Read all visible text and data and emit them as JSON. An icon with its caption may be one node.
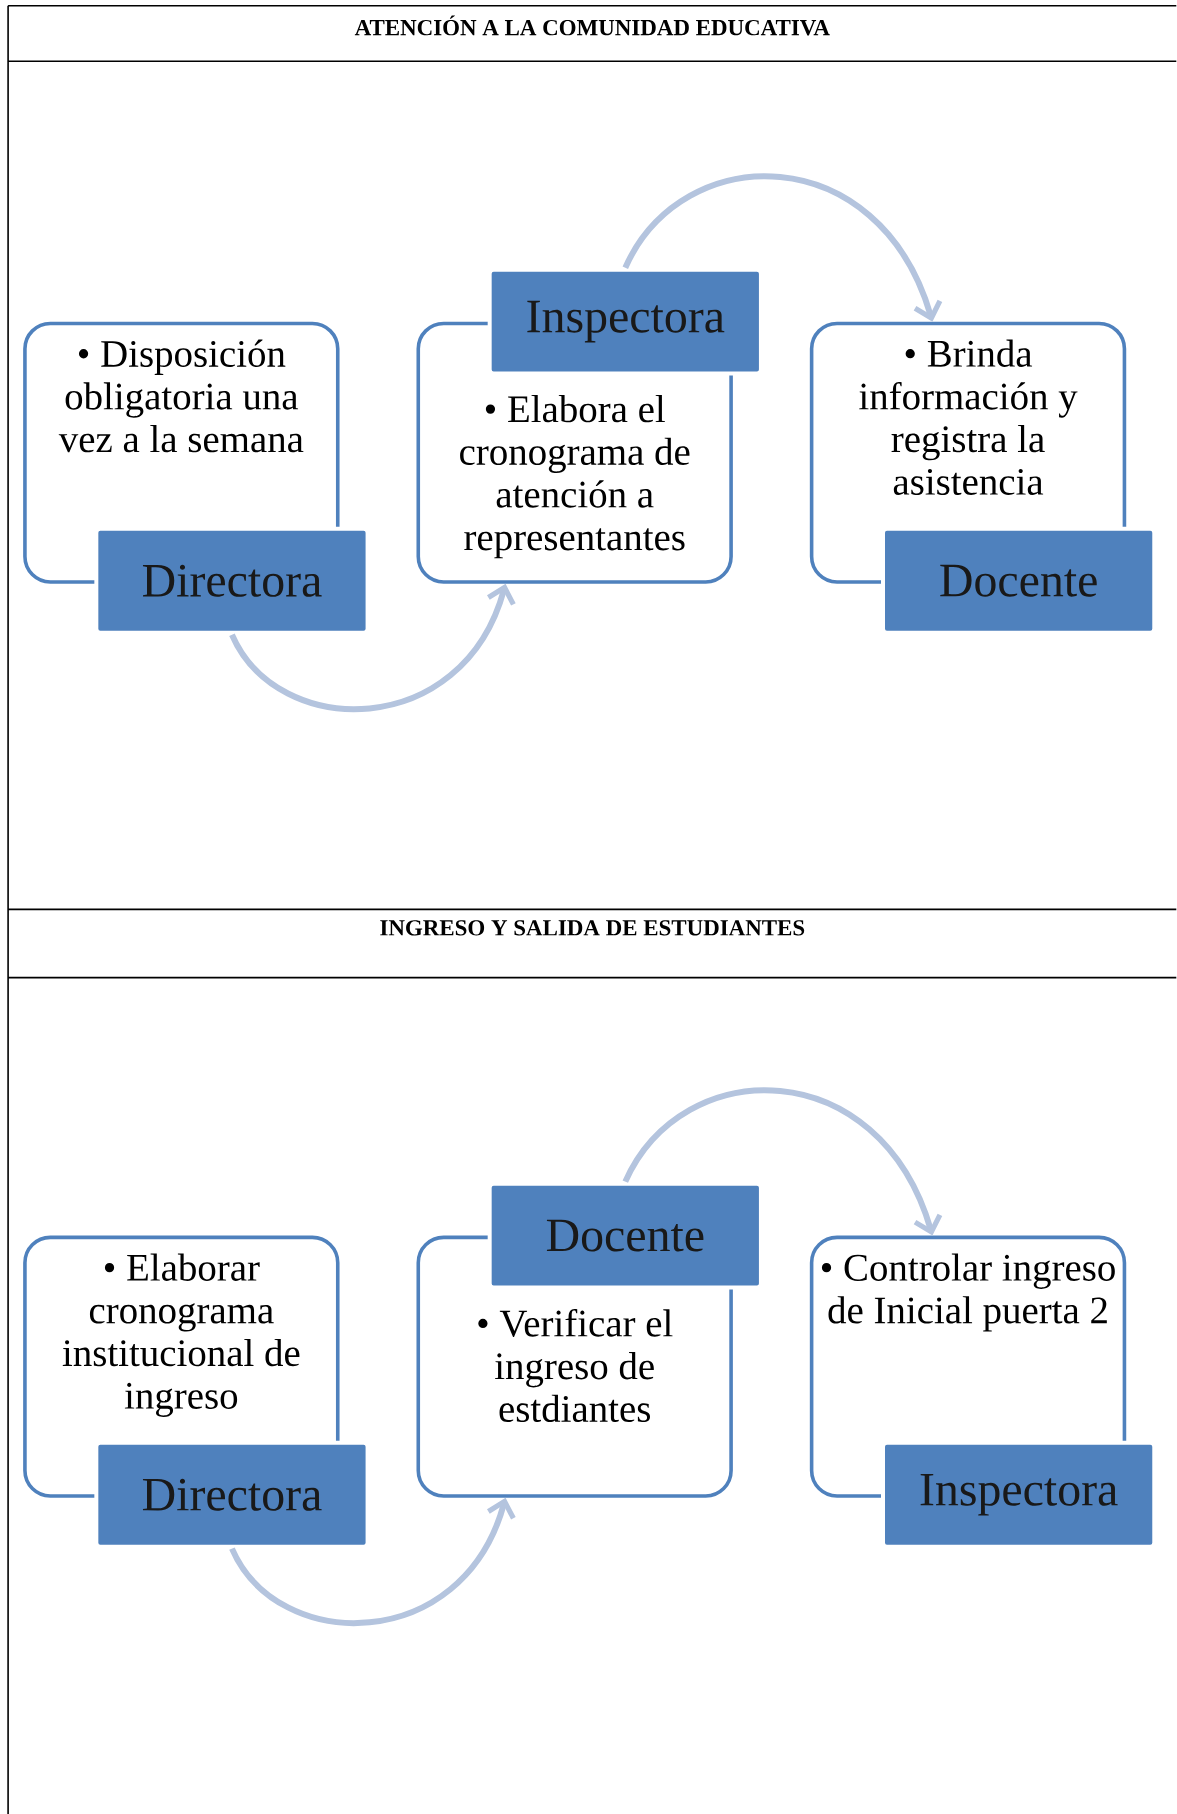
{
  "diagram": {
    "nodes": [
      {
        "text": [
          "• Disposición obligatoria una vez a la semana"
        ]
      },
      {
        "text": [
          "Directora"
        ]
      },
      {
        "text": [
          "Inspectora"
        ]
      },
      {
        "text": [
          "• Elabora el cronograma de atención a representantes"
        ]
      },
      {
        "text": [
          "• Brinda información y registra  la asistencia"
        ]
      },
      {
        "text": [
          "Docente"
        ]
      },
      {
        "text": [
          "• Elaborar cronograma institucional de ingreso"
        ]
      },
      {
        "text": [
          "Directora"
        ]
      },
      {
        "text": [
          "Docente"
        ]
      },
      {
        "text": [
          "• Verificar el ingreso de estdiantes"
        ]
      },
      {
        "text": [
          "• Controlar ingreso de Inicial puerta 2"
        ]
      },
      {
        "text": [
          "Inspectora"
        ]
      }
    ],
    "edges": [
      {
        "from": 1,
        "to": 3,
        "arrow": "to"
      },
      {
        "from": 2,
        "to": 4,
        "arrow": "to"
      },
      {
        "from": 7,
        "to": 9,
        "arrow": "to"
      },
      {
        "from": 8,
        "to": 10,
        "arrow": "to"
      }
    ],
    "labels": [
      "ATENCIÓN A LA COMUNIDAD EDUCATIVA",
      "INGRESO Y SALIDA DE ESTUDIANTES"
    ]
  }
}
